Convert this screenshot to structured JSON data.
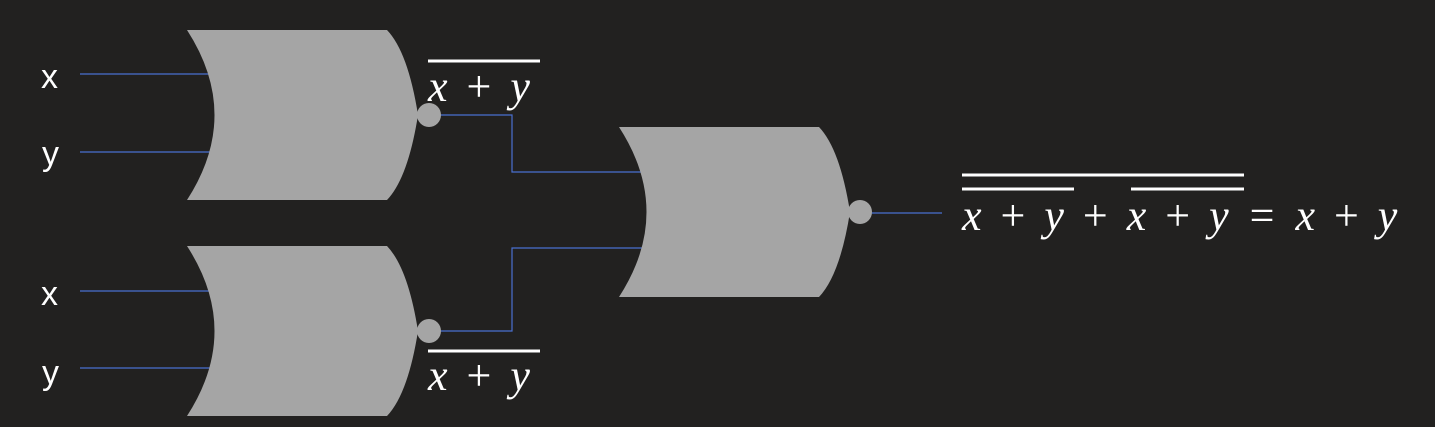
{
  "inputs": {
    "gate1_x": "x",
    "gate1_y": "y",
    "gate2_x": "x",
    "gate2_y": "y"
  },
  "gate1_output": {
    "a": "x",
    "op": "+",
    "b": "y"
  },
  "gate2_output": {
    "a": "x",
    "op": "+",
    "b": "y"
  },
  "result": {
    "t1a": "x",
    "t1op": "+",
    "t1b": "y",
    "plus": "+",
    "t2a": "x",
    "t2op": "+",
    "t2b": "y",
    "eq": "=",
    "ra": "x",
    "rop": "+",
    "rb": "y"
  },
  "colors": {
    "background": "#222120",
    "gate": "#a5a5a5",
    "wire": "#4a6fd0",
    "text": "#ffffff"
  }
}
